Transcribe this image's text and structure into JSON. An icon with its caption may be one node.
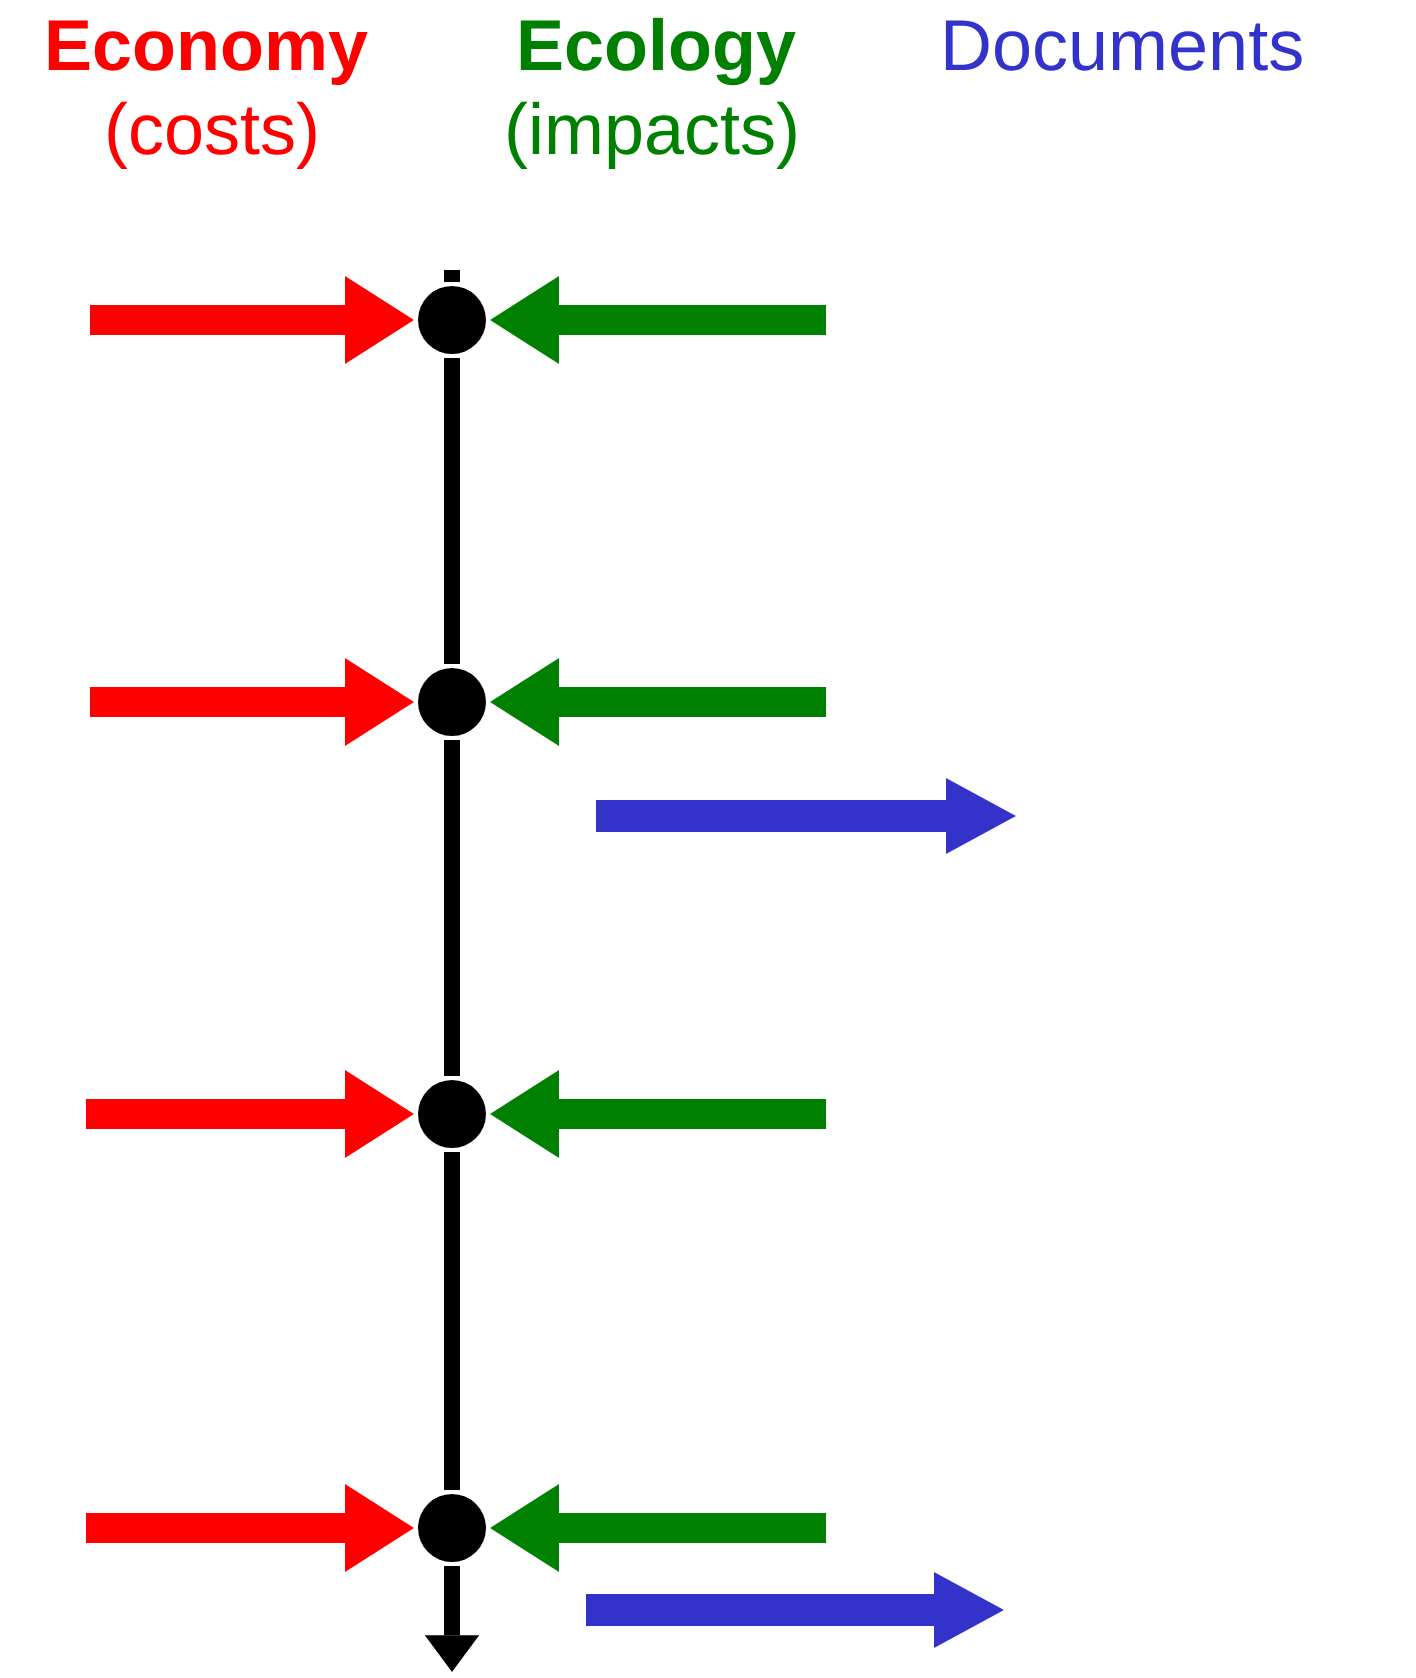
{
  "diagram": {
    "nodes": [
      {
        "text": [],
        "shape": "circle"
      },
      {
        "text": [],
        "shape": "circle"
      },
      {
        "text": [],
        "shape": "circle"
      },
      {
        "text": [],
        "shape": "circle"
      }
    ],
    "edges": [
      {
        "from": null,
        "to": 0,
        "arrow": "to",
        "color": "#ff0000"
      },
      {
        "from": null,
        "to": 0,
        "arrow": "to",
        "color": "#008000"
      },
      {
        "from": null,
        "to": 1,
        "arrow": "to",
        "color": "#ff0000"
      },
      {
        "from": null,
        "to": 1,
        "arrow": "to",
        "color": "#008000"
      },
      {
        "from": null,
        "to": 2,
        "arrow": "to",
        "color": "#ff0000"
      },
      {
        "from": null,
        "to": 2,
        "arrow": "to",
        "color": "#008000"
      },
      {
        "from": null,
        "to": 3,
        "arrow": "to",
        "color": "#ff0000"
      },
      {
        "from": null,
        "to": 3,
        "arrow": "to",
        "color": "#008000"
      },
      {
        "from": null,
        "to": 0,
        "arrow": "none"
      },
      {
        "from": 0,
        "to": 1,
        "arrow": "none"
      },
      {
        "from": 1,
        "to": 2,
        "arrow": "none"
      },
      {
        "from": 2,
        "to": 3,
        "arrow": "none"
      },
      {
        "from": 3,
        "to": null,
        "arrow": "to"
      }
    ],
    "labels": [
      "Economy",
      "(costs)",
      "Ecology",
      "(impacts)",
      "Documents"
    ]
  }
}
